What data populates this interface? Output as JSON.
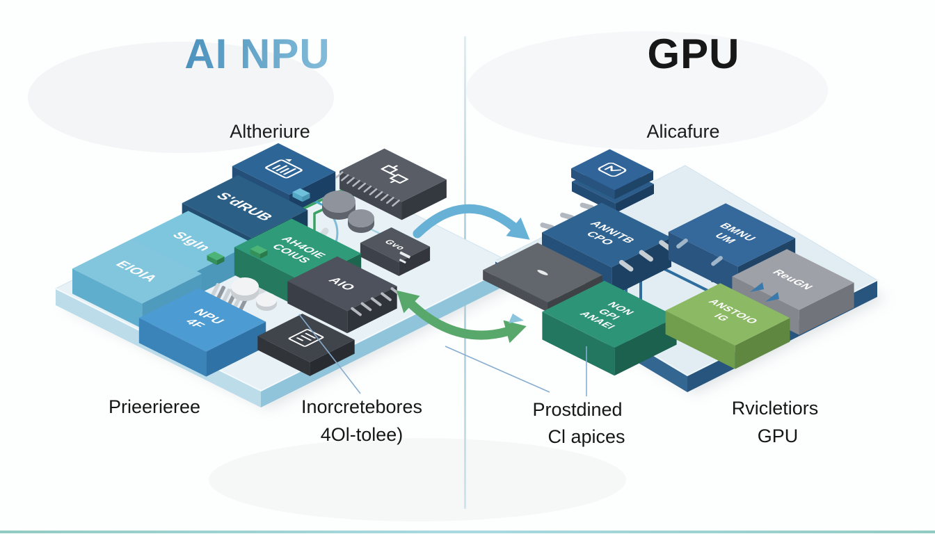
{
  "header": {
    "left_title": "AI NPU",
    "right_title": "GPU",
    "left_subtitle": "Altheriure",
    "right_subtitle": "Alicafure"
  },
  "captions": {
    "left_outer": "Prieerieree",
    "left_inner_line1": "Inorcretebores",
    "left_inner_line2": "4Ol-tolee)",
    "right_inner_line1": "Prostdined",
    "right_inner_line2": "Cl apices",
    "right_outer_line1": "Rvicletiors",
    "right_outer_line2": "GPU"
  },
  "colors": {
    "title_blue": "#5b9fc8",
    "title_dark": "#171717",
    "divider": "#b7d8e7",
    "arrow_blue": "#68b1d6",
    "arrow_green": "#58a86b",
    "wire_green": "#3aa263",
    "wire_blue": "#2e6d9e",
    "wire_teal": "#7fbcd6",
    "leader": "#86add0",
    "bottom_strip": "#57b3ab"
  },
  "diagram": {
    "left_chips": [
      {
        "id": "chart-chip",
        "icon": "bar-chart",
        "lines": [],
        "top": "#2d6596",
        "side_l": "#234f78",
        "side_r": "#1b4066"
      },
      {
        "id": "rom-chip",
        "icon": "circuit",
        "lines": [],
        "top": "#585d66",
        "side_l": "#43474f",
        "side_r": "#34383f"
      },
      {
        "id": "sdrub-chip",
        "lines": [
          "S'dRUB"
        ],
        "top": "#2c5f86",
        "side_l": "#224e72",
        "side_r": "#193f5e"
      },
      {
        "id": "slgln-chip",
        "lines": [
          "Slgln"
        ],
        "top": "#7ec5de",
        "side_l": "#5dadcc",
        "side_r": "#4c98ba"
      },
      {
        "id": "gvo-chip",
        "lines": [
          "Gvo"
        ],
        "top": "#51565f",
        "side_l": "#3d4149",
        "side_r": "#33363d"
      },
      {
        "id": "ai-cores-chip",
        "lines": [
          "AH4OIE",
          "COIUS"
        ],
        "top": "#2f9b78",
        "side_l": "#24795e",
        "side_r": "#1c654e"
      },
      {
        "id": "elola-chip",
        "lines": [
          "ElOlA"
        ],
        "top": "#82c6de",
        "side_l": "#60aecd",
        "side_r": "#4f9bbd"
      },
      {
        "id": "aio-chip",
        "lines": [
          "AIO"
        ],
        "top": "#4d525c",
        "side_l": "#3a3e46",
        "side_r": "#2f333a"
      },
      {
        "id": "npu-chip",
        "lines": [
          "NPU",
          "4F"
        ],
        "top": "#4c9bd2",
        "side_l": "#3a84ba",
        "side_r": "#2f72a5"
      },
      {
        "id": "doc-chip",
        "icon": "document",
        "lines": [],
        "top": "#40444b",
        "side_l": "#313439",
        "side_r": "#282b2f"
      }
    ],
    "right_chips": [
      {
        "id": "logo-box-base",
        "lines": [],
        "top": "#2b5c8a",
        "side_l": "#224c74",
        "side_r": "#1b3d60"
      },
      {
        "id": "logo-box",
        "icon": "logo",
        "lines": [],
        "top": "#31659a",
        "side_l": "#27537e",
        "side_r": "#1e4468"
      },
      {
        "id": "cpu-chip",
        "lines": [
          "ANNITB",
          "CPO"
        ],
        "top": "#2f6391",
        "side_l": "#255079",
        "side_r": "#1c4162"
      },
      {
        "id": "bmnu-chip",
        "lines": [
          "BMNU",
          "UM"
        ],
        "top": "#35689b",
        "side_l": "#2a5580",
        "side_r": "#204466"
      },
      {
        "id": "heatsink-chip",
        "icon": "dot",
        "lines": [],
        "top": "#62666d",
        "side_l": "#4b4e54",
        "side_r": "#3e4146"
      },
      {
        "id": "reugn-chip",
        "lines": [
          "ReuGN"
        ],
        "top": "#9fa1a8",
        "side_l": "#85878e",
        "side_r": "#72747b"
      },
      {
        "id": "non-gpi-chip",
        "lines": [
          "NON",
          "GPI",
          "ANAEI"
        ],
        "top": "#2e9478",
        "side_l": "#23765f",
        "side_r": "#1b614d"
      },
      {
        "id": "anstoio-chip",
        "lines": [
          "ANSTOIO",
          "IG"
        ],
        "top": "#8cba64",
        "side_l": "#719e4d",
        "side_r": "#5f8740"
      }
    ]
  }
}
